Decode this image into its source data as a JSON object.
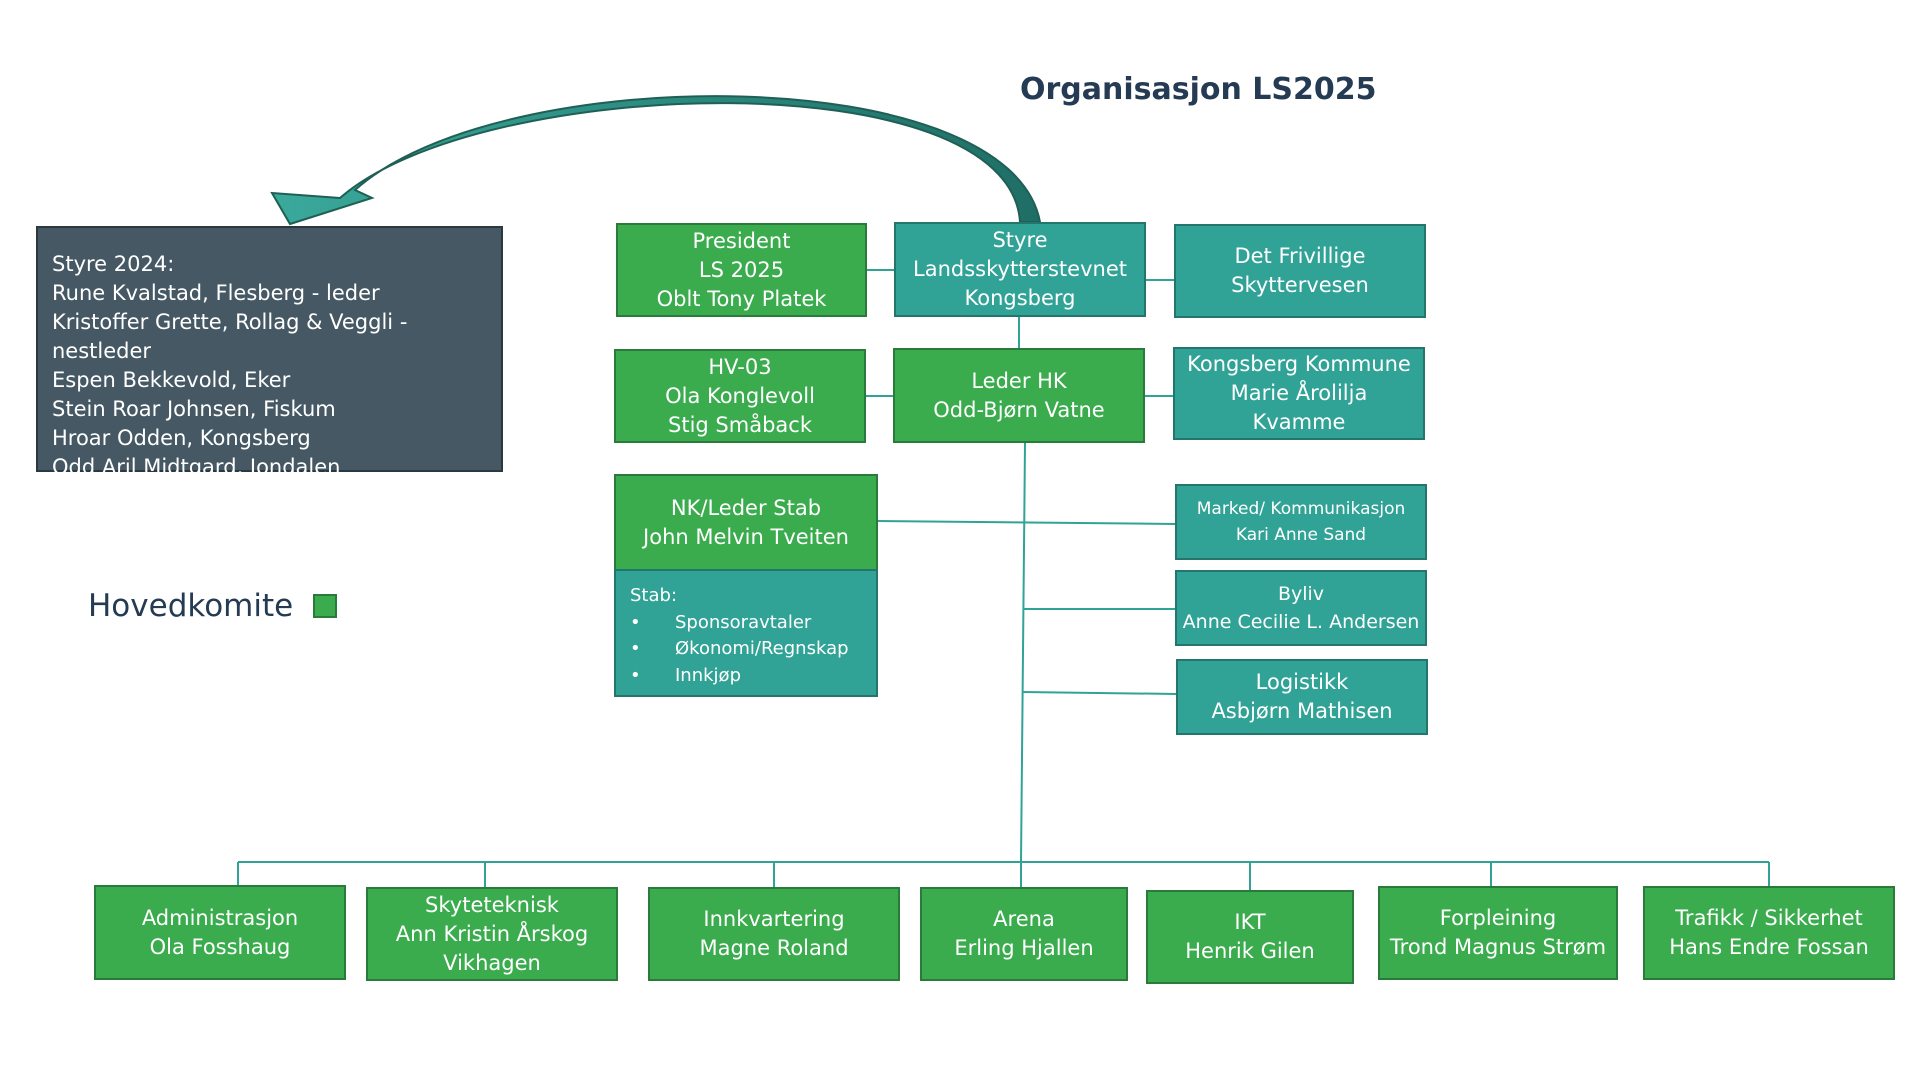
{
  "title": "Organisasjon LS2025",
  "colors": {
    "hovedkomite_green": "#3aac4e",
    "teal": "#30a396",
    "dark_box": "#455864",
    "title_text": "#243b53"
  },
  "styre_2024": {
    "lines": [
      "Styre 2024:",
      "Rune Kvalstad, Flesberg - leder",
      "Kristoffer Grette, Rollag & Veggli - nestleder",
      "Espen Bekkevold, Eker",
      "Stein Roar Johnsen, Fiskum",
      "Hroar Odden, Kongsberg",
      "Odd Aril Midtgard, Jondalen"
    ]
  },
  "boxes": {
    "president": [
      "President",
      "LS 2025",
      "Oblt Tony Platek"
    ],
    "styre": [
      "Styre",
      "Landsskytterstevnet",
      "Kongsberg"
    ],
    "frivillige": [
      "Det Frivillige",
      "Skyttervesen"
    ],
    "hv03": [
      "HV-03",
      "Ola Konglevoll",
      "Stig Småback"
    ],
    "leder_hk": [
      "Leder HK",
      "Odd-Bjørn Vatne"
    ],
    "kommune": [
      "Kongsberg Kommune",
      "Marie Årolilja",
      "Kvamme"
    ],
    "nk_stab": [
      "NK/Leder Stab",
      "John Melvin Tveiten"
    ],
    "marked": [
      "Marked/ Kommunikasjon",
      "Kari Anne Sand"
    ],
    "byliv": [
      "Byliv",
      "Anne Cecilie L. Andersen"
    ],
    "logistikk": [
      "Logistikk",
      "Asbjørn Mathisen"
    ]
  },
  "stab": {
    "heading": "Stab:",
    "items": [
      "Sponsoravtaler",
      "Økonomi/Regnskap",
      "Innkjøp"
    ]
  },
  "bottom_row": [
    [
      "Administrasjon",
      "Ola Fosshaug"
    ],
    [
      "Skyteteknisk",
      "Ann Kristin Årskog",
      "Vikhagen"
    ],
    [
      "Innkvartering",
      "Magne Roland"
    ],
    [
      "Arena",
      "Erling Hjallen"
    ],
    [
      "IKT",
      "Henrik Gilen"
    ],
    [
      "Forpleining",
      "Trond Magnus Strøm"
    ],
    [
      "Trafikk / Sikkerhet",
      "Hans Endre Fossan"
    ]
  ],
  "legend": {
    "label": "Hovedkomite"
  }
}
